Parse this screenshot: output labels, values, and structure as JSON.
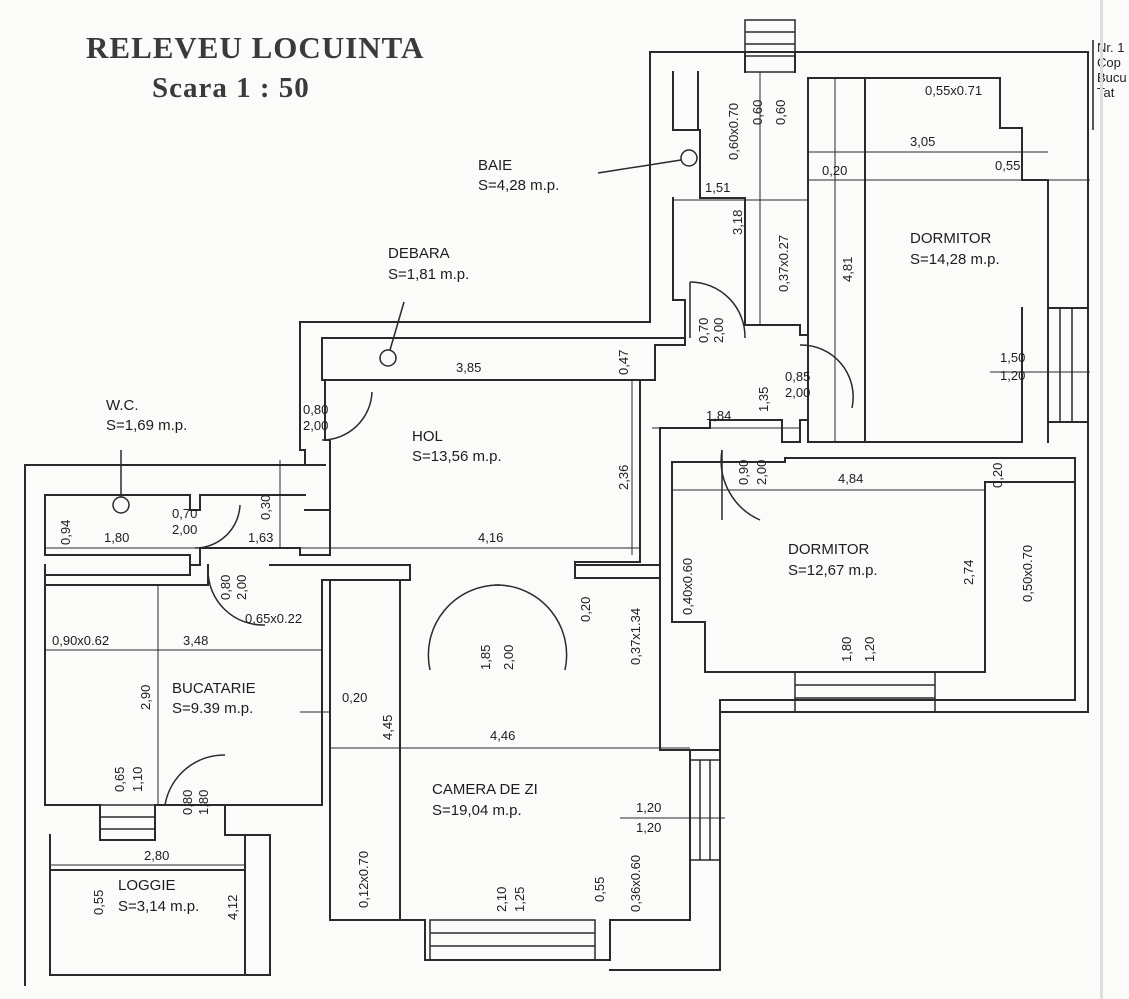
{
  "title": {
    "line1": "RELEVEU LOCUINTA",
    "line2": "Scara 1 : 50"
  },
  "stamp": [
    "Nr. 1",
    "Cop",
    "Bucu",
    "Tat"
  ],
  "rooms": [
    {
      "name": "BAIE",
      "area": "S=4,28 m.p."
    },
    {
      "name": "DEBARA",
      "area": "S=1,81 m.p."
    },
    {
      "name": "W.C.",
      "area": "S=1,69 m.p."
    },
    {
      "name": "HOL",
      "area": "S=13,56 m.p."
    },
    {
      "name": "DORMITOR",
      "area": "S=14,28 m.p."
    },
    {
      "name": "DORMITOR",
      "area": "S=12,67 m.p."
    },
    {
      "name": "BUCATARIE",
      "area": "S=9.39 m.p."
    },
    {
      "name": "CAMERA DE ZI",
      "area": "S=19,04 m.p."
    },
    {
      "name": "LOGGIE",
      "area": "S=3,14 m.p."
    }
  ],
  "dims": {
    "top_window": "0,55x0.71",
    "v_060a": "0,60",
    "v_060b": "0,60",
    "v_060x070": "0,60x0.70",
    "d_305": "3,05",
    "d_020a": "0,20",
    "d_055": "0,55",
    "d_151": "1,51",
    "d_318": "3,18",
    "d_037x027": "0,37x0.27",
    "d_481": "4,81",
    "d_070_200": "0,70",
    "d_070_200b": "2,00",
    "d_047": "0,47",
    "d_385": "3,85",
    "d_135": "1,35",
    "d_085": "0,85",
    "d_085b": "2,00",
    "d_150": "1,50",
    "d_120": "1,20",
    "d_080": "0,80",
    "d_080b": "2,00",
    "d_184": "1,84",
    "d_236": "2,36",
    "d_090": "0,90",
    "d_090b": "2,00",
    "d_484": "4,84",
    "d_020b": "0,20",
    "d_094": "0,94",
    "d_180": "1,80",
    "d_070w": "0,70",
    "d_070wb": "2,00",
    "d_030": "0,30",
    "d_163": "1,63",
    "d_416": "4,16",
    "d_040x060": "0,40x0.60",
    "d_274": "2,74",
    "d_050x070": "0,50x0.70",
    "d_080k": "0,80",
    "d_080kb": "2,00",
    "d_065x022": "0,65x0.22",
    "d_185": "1,85",
    "d_200c": "2,00",
    "d_020c": "0,20",
    "d_037x134": "0,37x1.34",
    "d_090x062": "0,90x0.62",
    "d_348": "3,48",
    "d_180d": "1,80",
    "d_120d": "1,20",
    "d_290": "2,90",
    "d_020d": "0,20",
    "d_445": "4,45",
    "d_446": "4,46",
    "d_065": "0,65",
    "d_110": "1,10",
    "d_080e": "0,80",
    "d_180e": "1,80",
    "d_120f": "1,20",
    "d_120fb": "1,20",
    "d_280": "2,80",
    "d_012x070": "0,12x0.70",
    "d_210": "2,10",
    "d_125": "1,25",
    "d_055b": "0,55",
    "d_036x060": "0,36x0.60",
    "d_055c": "0,55",
    "d_412": "4,12"
  }
}
